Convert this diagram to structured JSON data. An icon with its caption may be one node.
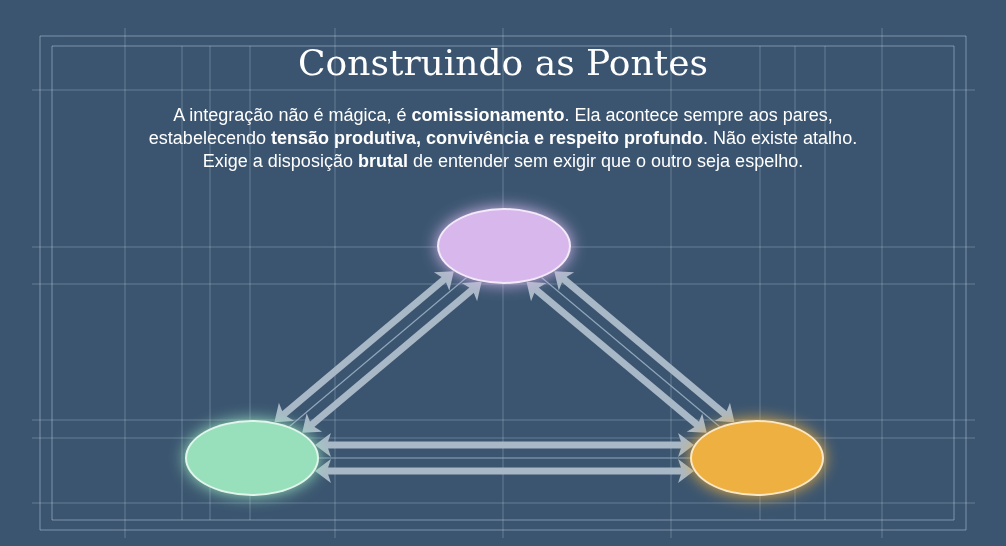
{
  "diagram": {
    "title": "Construindo as Pontes",
    "labels": [
      "A integração não é mágica, é **comissionamento**. Ela acontece sempre aos pares, estabelecendo **tensão produtiva, convivência e respeito profundo**. Não existe atalho. Exige a disposição **brutal** de entender sem exigir que o outro seja espelho."
    ],
    "nodes": [
      {
        "text": [],
        "shape": "ellipse"
      },
      {
        "text": [],
        "shape": "ellipse"
      },
      {
        "text": [],
        "shape": "ellipse"
      }
    ],
    "edges": [
      {
        "from": 0,
        "to": 1,
        "arrow": "both"
      },
      {
        "from": 0,
        "to": 1,
        "arrow": "both"
      },
      {
        "from": 0,
        "to": 1,
        "arrow": "none",
        "color": "#8fa6bd"
      },
      {
        "from": 0,
        "to": 2,
        "arrow": "both"
      },
      {
        "from": 0,
        "to": 2,
        "arrow": "both"
      },
      {
        "from": 0,
        "to": 2,
        "arrow": "none",
        "color": "#8fa6bd"
      },
      {
        "from": 1,
        "to": 2,
        "arrow": "both"
      },
      {
        "from": 1,
        "to": 2,
        "arrow": "both"
      },
      {
        "from": 1,
        "to": 2,
        "arrow": "none",
        "color": "#8fa6bd"
      }
    ]
  }
}
